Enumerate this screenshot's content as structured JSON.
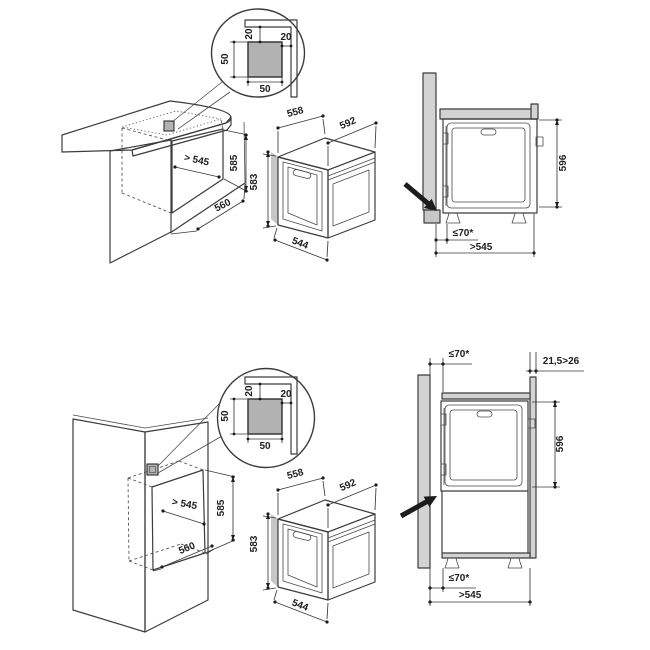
{
  "figure_name": "built-in oven installation diagrams",
  "colors": {
    "line": "#3c3c3c",
    "dim_text": "#1e1e1e",
    "panel_gray": "#d3d3d3",
    "dark_gray": "#8d8d8d",
    "vent_gray": "#b2b2b2",
    "arrow_black": "#1a1a1a"
  },
  "top_diagram": {
    "callout": {
      "top_clearance": "20",
      "side_clearance": "20",
      "cutout_height": "50",
      "cutout_width": "50"
    },
    "niche": {
      "width": "> 545",
      "height": "585",
      "depth": "560"
    },
    "oven": {
      "top_depth": "558",
      "width": "592",
      "height": "583",
      "bottom_depth": "544"
    },
    "side_view": {
      "height": "596",
      "plinth_clearance": "≤70*",
      "min_depth": ">545"
    }
  },
  "bottom_diagram": {
    "callout": {
      "top_clearance": "20",
      "side_clearance": "20",
      "cutout_height": "50",
      "cutout_width": "50"
    },
    "niche": {
      "width": "> 545",
      "height": "585",
      "depth": "560"
    },
    "oven": {
      "top_depth": "558",
      "width": "592",
      "height": "583",
      "bottom_depth": "544"
    },
    "side_view": {
      "wall_clearance": "≤70*",
      "panel_thickness": "21,5>26",
      "height": "596",
      "plinth_clearance": "≤70*",
      "min_depth": ">545"
    }
  }
}
